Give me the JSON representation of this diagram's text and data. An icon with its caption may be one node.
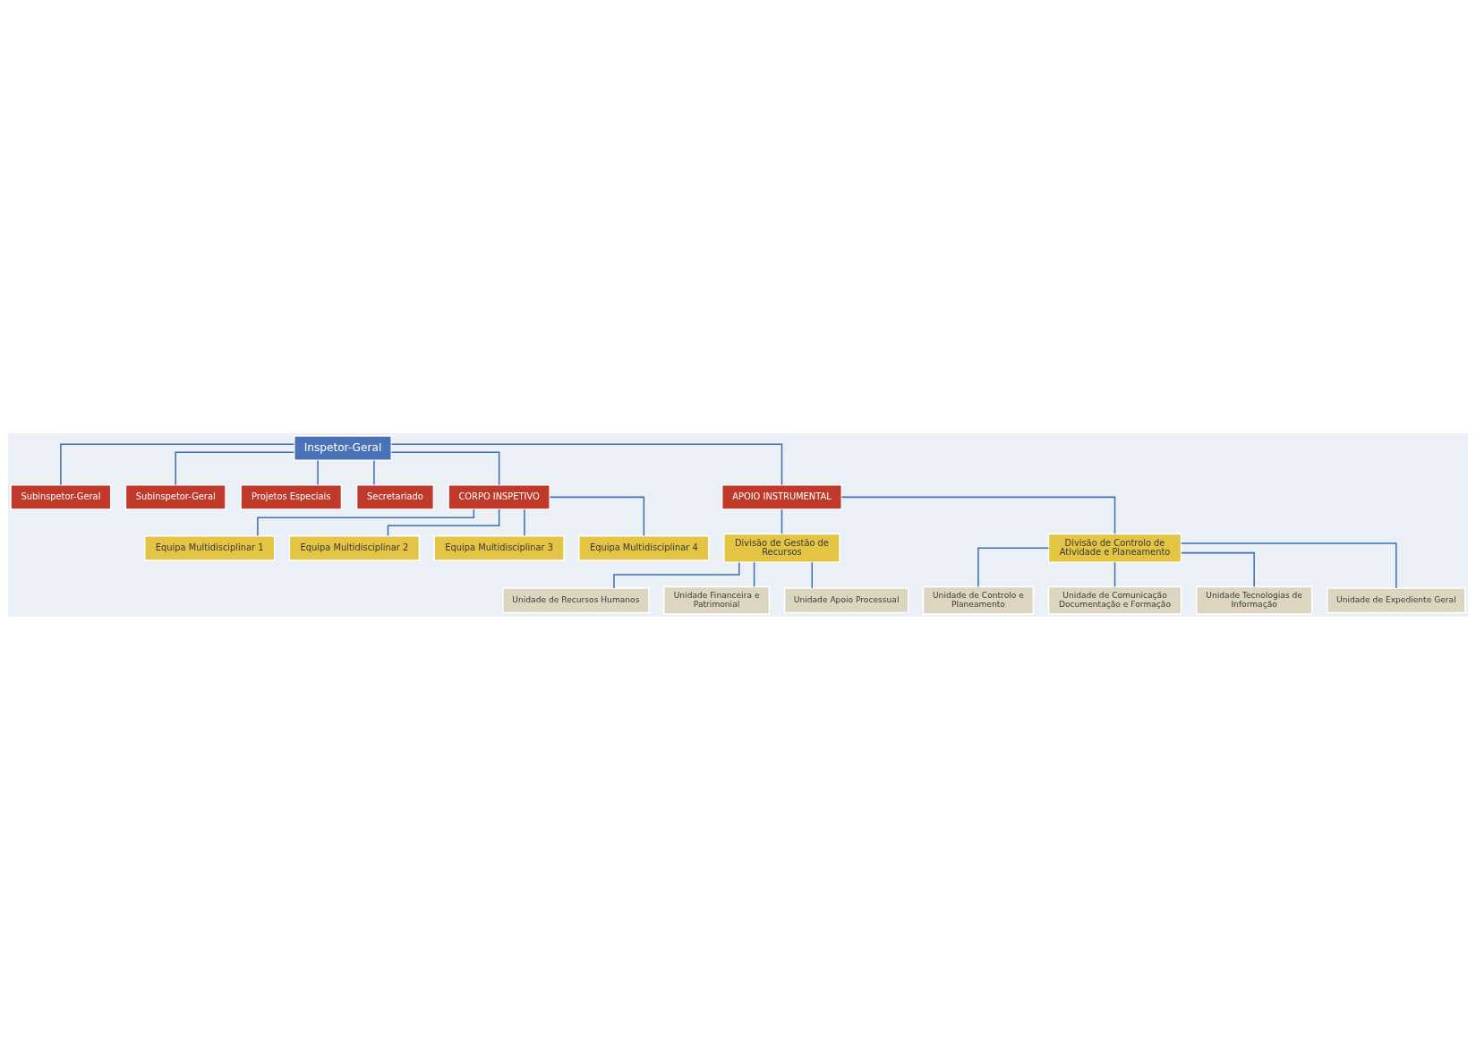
{
  "diagram": {
    "nodes": [
      {
        "text": [
          "Inspetor-Geral"
        ]
      },
      {
        "text": [
          "Subinspetor-Geral"
        ]
      },
      {
        "text": [
          "Subinspetor-Geral"
        ]
      },
      {
        "text": [
          "Projetos Especiais"
        ]
      },
      {
        "text": [
          "Secretariado"
        ]
      },
      {
        "text": [
          "CORPO INSPETIVO"
        ]
      },
      {
        "text": [
          "APOIO INSTRUMENTAL"
        ]
      },
      {
        "text": [
          "Equipa Multidisciplinar 1"
        ]
      },
      {
        "text": [
          "Equipa Multidisciplinar 2"
        ]
      },
      {
        "text": [
          "Equipa Multidisciplinar 3"
        ]
      },
      {
        "text": [
          "Equipa Multidisciplinar 4"
        ]
      },
      {
        "text": [
          "Divisão de Gestão de Recursos"
        ]
      },
      {
        "text": [
          "Divisão de Controlo de Atividade e Planeamento"
        ]
      },
      {
        "text": [
          "Unidade de Recursos Humanos"
        ]
      },
      {
        "text": [
          "Unidade Financeira e Patrimonial"
        ]
      },
      {
        "text": [
          "Unidade Apoio Processual"
        ]
      },
      {
        "text": [
          "Unidade de Controlo e Planeamento"
        ]
      },
      {
        "text": [
          "Unidade de Comunicação Documentação e Formação"
        ]
      },
      {
        "text": [
          "Unidade Tecnologias de Informação"
        ]
      },
      {
        "text": [
          "Unidade de Expediente Geral"
        ]
      }
    ],
    "edges": [
      {
        "from": 0,
        "to": 1,
        "arrow": "none"
      },
      {
        "from": 0,
        "to": 2,
        "arrow": "none"
      },
      {
        "from": 0,
        "to": 3,
        "arrow": "none"
      },
      {
        "from": 0,
        "to": 4,
        "arrow": "none"
      },
      {
        "from": 0,
        "to": 5,
        "arrow": "none"
      },
      {
        "from": 0,
        "to": 6,
        "arrow": "none"
      },
      {
        "from": 5,
        "to": 7,
        "arrow": "none"
      },
      {
        "from": 5,
        "to": 8,
        "arrow": "none"
      },
      {
        "from": 5,
        "to": 9,
        "arrow": "none"
      },
      {
        "from": 5,
        "to": 10,
        "arrow": "none"
      },
      {
        "from": 6,
        "to": 11,
        "arrow": "none"
      },
      {
        "from": 6,
        "to": 12,
        "arrow": "none"
      },
      {
        "from": 11,
        "to": 13,
        "arrow": "none"
      },
      {
        "from": 11,
        "to": 14,
        "arrow": "none"
      },
      {
        "from": 11,
        "to": 15,
        "arrow": "none"
      },
      {
        "from": 12,
        "to": 16,
        "arrow": "none"
      },
      {
        "from": 12,
        "to": 17,
        "arrow": "none"
      },
      {
        "from": 12,
        "to": 18,
        "arrow": "none"
      },
      {
        "from": 12,
        "to": 19,
        "arrow": "none"
      }
    ]
  }
}
